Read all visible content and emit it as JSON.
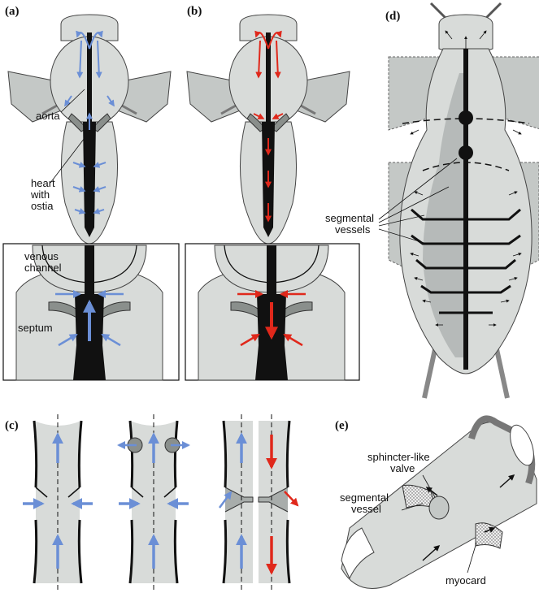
{
  "panels": {
    "a": "(a)",
    "b": "(b)",
    "c": "(c)",
    "d": "(d)",
    "e": "(e)"
  },
  "labels": {
    "aorta": "aorta",
    "heart_with_ostia": [
      "heart",
      "with",
      "ostia"
    ],
    "venous_channel": [
      "venous",
      "channel"
    ],
    "septum": "septum",
    "segmental_vessels": [
      "segmental",
      "vessels"
    ],
    "sphincter_like_valve": [
      "sphincter-like",
      "valve"
    ],
    "segmental_vessel": [
      "segmental",
      "vessel"
    ],
    "myocard": "myocard"
  },
  "colors": {
    "body_fill": "#d8dbd9",
    "wing_fill": "#c4c8c6",
    "vessel_dark": "#111111",
    "inflow_blue": "#6b8fd6",
    "outflow_red": "#e0281b",
    "septum_fill": "#8a8f8c",
    "hemolymph_shade": "#a8adab"
  }
}
